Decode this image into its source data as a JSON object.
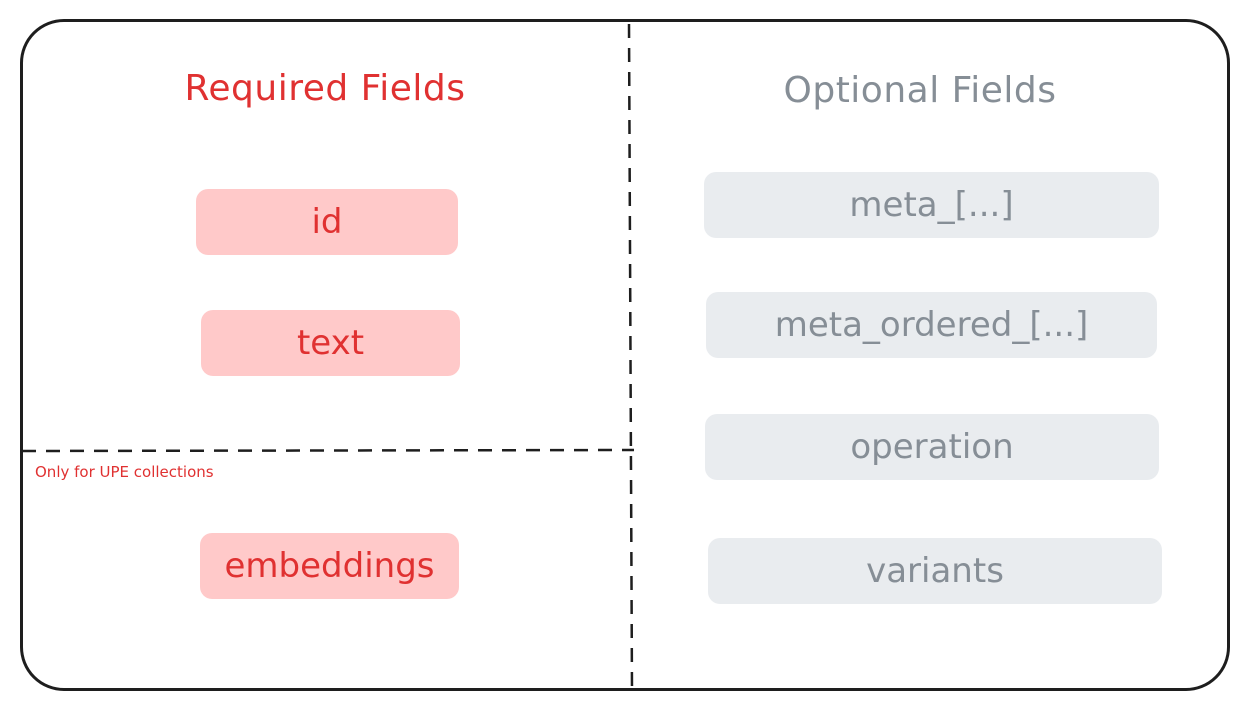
{
  "diagram": {
    "required": {
      "heading": "Required Fields",
      "fields": [
        "id",
        "text"
      ],
      "note": "Only for UPE collections",
      "upe_fields": [
        "embeddings"
      ]
    },
    "optional": {
      "heading": "Optional Fields",
      "fields": [
        "meta_[...]",
        "meta_ordered_[...]",
        "operation",
        "variants"
      ]
    }
  },
  "colors": {
    "required_text": "#e03131",
    "required_fill": "#ffc9c9",
    "optional_text": "#868e96",
    "optional_fill": "#e9ecef",
    "stroke": "#1e1e1e"
  }
}
